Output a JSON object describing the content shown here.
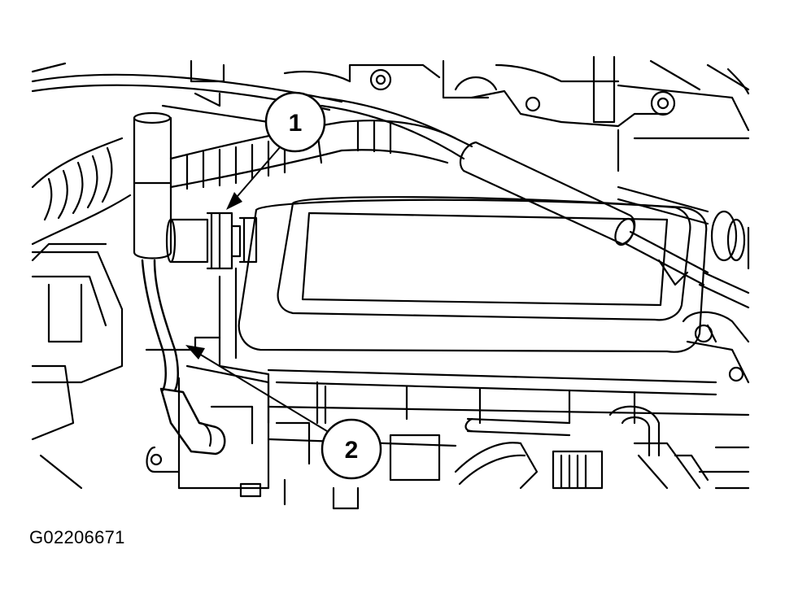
{
  "figure": {
    "id_label": "G02206671",
    "callouts": [
      {
        "number": "1"
      },
      {
        "number": "2"
      }
    ]
  },
  "colors": {
    "line": "#000000",
    "background": "#ffffff"
  }
}
